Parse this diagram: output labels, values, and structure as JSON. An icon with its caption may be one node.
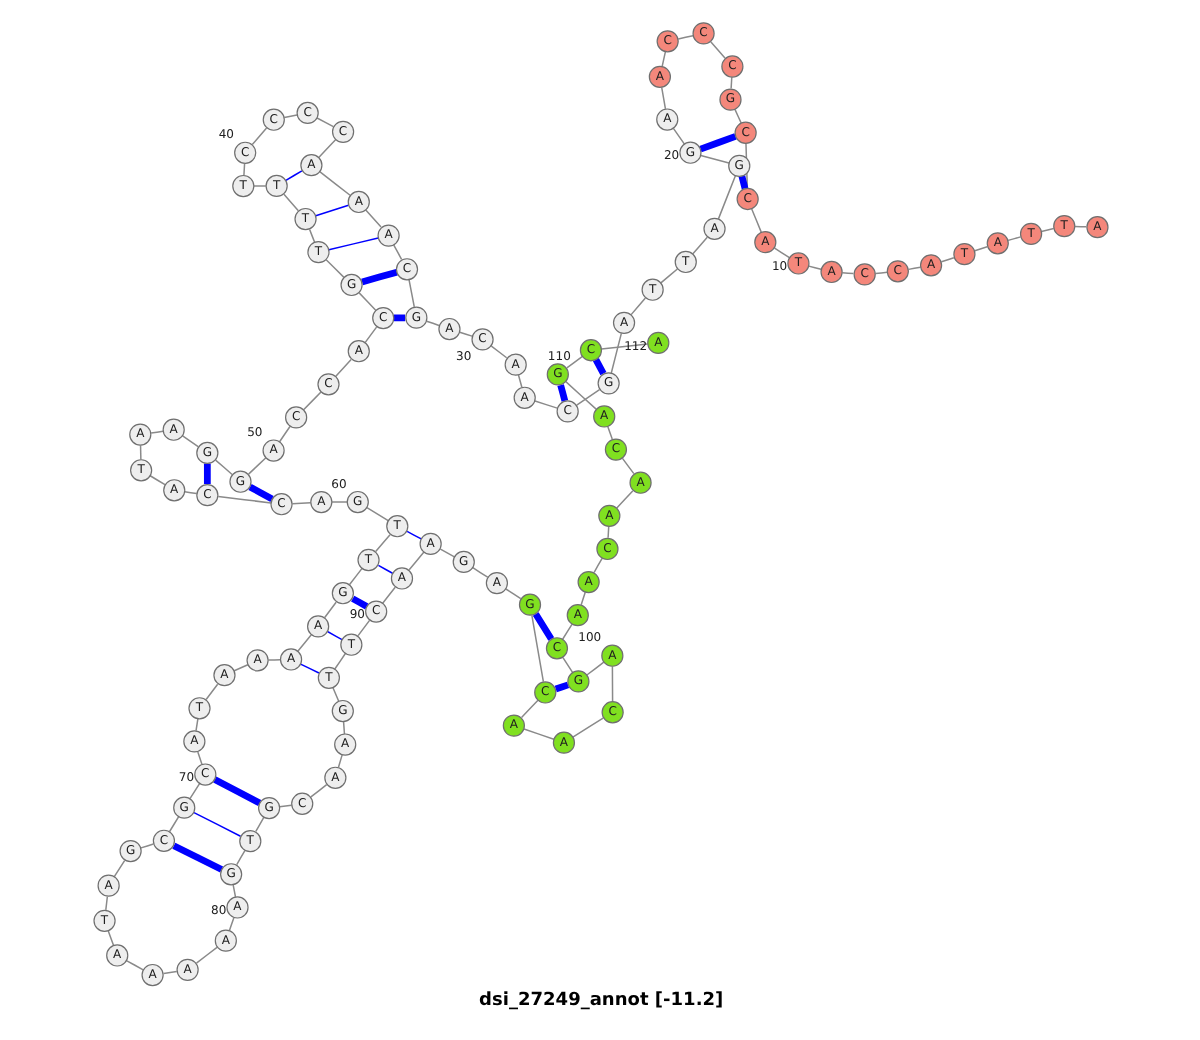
{
  "diagram": {
    "caption": "dsi_27249_annot [-11.2]",
    "nodes": [
      {
        "text": [
          "A"
        ]
      },
      {
        "text": [
          "T"
        ]
      },
      {
        "text": [
          "T"
        ]
      },
      {
        "text": [
          "A"
        ]
      },
      {
        "text": [
          "T"
        ]
      },
      {
        "text": [
          "A"
        ]
      },
      {
        "text": [
          "C"
        ]
      },
      {
        "text": [
          "C"
        ]
      },
      {
        "text": [
          "A"
        ]
      },
      {
        "text": [
          "T"
        ],
        "beside": [
          "10"
        ]
      },
      {
        "text": [
          "A"
        ]
      },
      {
        "text": [
          "C"
        ]
      },
      {
        "text": [
          "C"
        ]
      },
      {
        "text": [
          "G"
        ]
      },
      {
        "text": [
          "C"
        ]
      },
      {
        "text": [
          "C"
        ]
      },
      {
        "text": [
          "C"
        ]
      },
      {
        "text": [
          "A"
        ]
      },
      {
        "text": [
          "A"
        ]
      },
      {
        "text": [
          "G"
        ],
        "beside": [
          "20"
        ]
      },
      {
        "text": [
          "G"
        ]
      },
      {
        "text": [
          "A"
        ]
      },
      {
        "text": [
          "T"
        ]
      },
      {
        "text": [
          "T"
        ]
      },
      {
        "text": [
          "A"
        ]
      },
      {
        "text": [
          "G"
        ]
      },
      {
        "text": [
          "C"
        ]
      },
      {
        "text": [
          "A"
        ]
      },
      {
        "text": [
          "A"
        ]
      },
      {
        "text": [
          "C"
        ],
        "beside": [
          "30"
        ]
      },
      {
        "text": [
          "A"
        ]
      },
      {
        "text": [
          "G"
        ]
      },
      {
        "text": [
          "C"
        ]
      },
      {
        "text": [
          "A"
        ]
      },
      {
        "text": [
          "A"
        ]
      },
      {
        "text": [
          "A"
        ]
      },
      {
        "text": [
          "C"
        ]
      },
      {
        "text": [
          "C"
        ]
      },
      {
        "text": [
          "C"
        ]
      },
      {
        "text": [
          "C"
        ],
        "beside": [
          "40"
        ]
      },
      {
        "text": [
          "T"
        ]
      },
      {
        "text": [
          "T"
        ]
      },
      {
        "text": [
          "T"
        ]
      },
      {
        "text": [
          "T"
        ]
      },
      {
        "text": [
          "G"
        ]
      },
      {
        "text": [
          "C"
        ]
      },
      {
        "text": [
          "A"
        ]
      },
      {
        "text": [
          "C"
        ]
      },
      {
        "text": [
          "C"
        ]
      },
      {
        "text": [
          "A"
        ],
        "beside": [
          "50"
        ]
      },
      {
        "text": [
          "G"
        ]
      },
      {
        "text": [
          "G"
        ]
      },
      {
        "text": [
          "A"
        ]
      },
      {
        "text": [
          "A"
        ]
      },
      {
        "text": [
          "T"
        ]
      },
      {
        "text": [
          "A"
        ]
      },
      {
        "text": [
          "C"
        ]
      },
      {
        "text": [
          "C"
        ]
      },
      {
        "text": [
          "A"
        ]
      },
      {
        "text": [
          "G"
        ],
        "beside": [
          "60"
        ]
      },
      {
        "text": [
          "T"
        ]
      },
      {
        "text": [
          "T"
        ]
      },
      {
        "text": [
          "G"
        ]
      },
      {
        "text": [
          "A"
        ]
      },
      {
        "text": [
          "A"
        ]
      },
      {
        "text": [
          "A"
        ]
      },
      {
        "text": [
          "A"
        ]
      },
      {
        "text": [
          "T"
        ]
      },
      {
        "text": [
          "A"
        ]
      },
      {
        "text": [
          "C"
        ],
        "beside": [
          "70"
        ]
      },
      {
        "text": [
          "G"
        ]
      },
      {
        "text": [
          "C"
        ]
      },
      {
        "text": [
          "G"
        ]
      },
      {
        "text": [
          "A"
        ]
      },
      {
        "text": [
          "T"
        ]
      },
      {
        "text": [
          "A"
        ]
      },
      {
        "text": [
          "A"
        ]
      },
      {
        "text": [
          "A"
        ]
      },
      {
        "text": [
          "A"
        ]
      },
      {
        "text": [
          "A"
        ],
        "beside": [
          "80"
        ]
      },
      {
        "text": [
          "G"
        ]
      },
      {
        "text": [
          "T"
        ]
      },
      {
        "text": [
          "G"
        ]
      },
      {
        "text": [
          "C"
        ]
      },
      {
        "text": [
          "A"
        ]
      },
      {
        "text": [
          "A"
        ]
      },
      {
        "text": [
          "G"
        ]
      },
      {
        "text": [
          "T"
        ]
      },
      {
        "text": [
          "T"
        ]
      },
      {
        "text": [
          "C"
        ],
        "beside": [
          "90"
        ]
      },
      {
        "text": [
          "A"
        ]
      },
      {
        "text": [
          "A"
        ]
      },
      {
        "text": [
          "G"
        ]
      },
      {
        "text": [
          "A"
        ]
      },
      {
        "text": [
          "G"
        ]
      },
      {
        "text": [
          "C"
        ]
      },
      {
        "text": [
          "A"
        ]
      },
      {
        "text": [
          "A"
        ]
      },
      {
        "text": [
          "C"
        ]
      },
      {
        "text": [
          "A"
        ],
        "beside": [
          "100"
        ]
      },
      {
        "text": [
          "G"
        ]
      },
      {
        "text": [
          "C"
        ]
      },
      {
        "text": [
          "A"
        ]
      },
      {
        "text": [
          "A"
        ]
      },
      {
        "text": [
          "C"
        ]
      },
      {
        "text": [
          "A"
        ]
      },
      {
        "text": [
          "A"
        ]
      },
      {
        "text": [
          "C"
        ]
      },
      {
        "text": [
          "A"
        ]
      },
      {
        "text": [
          "G"
        ],
        "beside": [
          "110"
        ]
      },
      {
        "text": [
          "C"
        ]
      },
      {
        "text": [
          "A"
        ],
        "beside": [
          "112"
        ]
      }
    ],
    "edges": [
      {
        "from": 0,
        "to": 1,
        "arrow": "none"
      },
      {
        "from": 1,
        "to": 2,
        "arrow": "none"
      },
      {
        "from": 2,
        "to": 3,
        "arrow": "none"
      },
      {
        "from": 3,
        "to": 4,
        "arrow": "none"
      },
      {
        "from": 4,
        "to": 5,
        "arrow": "none"
      },
      {
        "from": 5,
        "to": 6,
        "arrow": "none"
      },
      {
        "from": 6,
        "to": 7,
        "arrow": "none"
      },
      {
        "from": 7,
        "to": 8,
        "arrow": "none"
      },
      {
        "from": 8,
        "to": 9,
        "arrow": "none"
      },
      {
        "from": 9,
        "to": 10,
        "arrow": "none"
      },
      {
        "from": 10,
        "to": 11,
        "arrow": "none"
      },
      {
        "from": 11,
        "to": 12,
        "arrow": "none"
      },
      {
        "from": 12,
        "to": 13,
        "arrow": "none"
      },
      {
        "from": 13,
        "to": 14,
        "arrow": "none"
      },
      {
        "from": 14,
        "to": 15,
        "arrow": "none"
      },
      {
        "from": 15,
        "to": 16,
        "arrow": "none"
      },
      {
        "from": 16,
        "to": 17,
        "arrow": "none"
      },
      {
        "from": 17,
        "to": 18,
        "arrow": "none"
      },
      {
        "from": 18,
        "to": 19,
        "arrow": "none"
      },
      {
        "from": 19,
        "to": 20,
        "arrow": "none"
      },
      {
        "from": 20,
        "to": 21,
        "arrow": "none"
      },
      {
        "from": 21,
        "to": 22,
        "arrow": "none"
      },
      {
        "from": 22,
        "to": 23,
        "arrow": "none"
      },
      {
        "from": 23,
        "to": 24,
        "arrow": "none"
      },
      {
        "from": 24,
        "to": 25,
        "arrow": "none"
      },
      {
        "from": 25,
        "to": 26,
        "arrow": "none"
      },
      {
        "from": 26,
        "to": 27,
        "arrow": "none"
      },
      {
        "from": 27,
        "to": 28,
        "arrow": "none"
      },
      {
        "from": 28,
        "to": 29,
        "arrow": "none"
      },
      {
        "from": 29,
        "to": 30,
        "arrow": "none"
      },
      {
        "from": 30,
        "to": 31,
        "arrow": "none"
      },
      {
        "from": 31,
        "to": 32,
        "arrow": "none"
      },
      {
        "from": 32,
        "to": 33,
        "arrow": "none"
      },
      {
        "from": 33,
        "to": 34,
        "arrow": "none"
      },
      {
        "from": 34,
        "to": 35,
        "arrow": "none"
      },
      {
        "from": 35,
        "to": 36,
        "arrow": "none"
      },
      {
        "from": 36,
        "to": 37,
        "arrow": "none"
      },
      {
        "from": 37,
        "to": 38,
        "arrow": "none"
      },
      {
        "from": 38,
        "to": 39,
        "arrow": "none"
      },
      {
        "from": 39,
        "to": 40,
        "arrow": "none"
      },
      {
        "from": 40,
        "to": 41,
        "arrow": "none"
      },
      {
        "from": 41,
        "to": 42,
        "arrow": "none"
      },
      {
        "from": 42,
        "to": 43,
        "arrow": "none"
      },
      {
        "from": 43,
        "to": 44,
        "arrow": "none"
      },
      {
        "from": 44,
        "to": 45,
        "arrow": "none"
      },
      {
        "from": 45,
        "to": 46,
        "arrow": "none"
      },
      {
        "from": 46,
        "to": 47,
        "arrow": "none"
      },
      {
        "from": 47,
        "to": 48,
        "arrow": "none"
      },
      {
        "from": 48,
        "to": 49,
        "arrow": "none"
      },
      {
        "from": 49,
        "to": 50,
        "arrow": "none"
      },
      {
        "from": 50,
        "to": 51,
        "arrow": "none"
      },
      {
        "from": 51,
        "to": 52,
        "arrow": "none"
      },
      {
        "from": 52,
        "to": 53,
        "arrow": "none"
      },
      {
        "from": 53,
        "to": 54,
        "arrow": "none"
      },
      {
        "from": 54,
        "to": 55,
        "arrow": "none"
      },
      {
        "from": 55,
        "to": 56,
        "arrow": "none"
      },
      {
        "from": 56,
        "to": 57,
        "arrow": "none"
      },
      {
        "from": 57,
        "to": 58,
        "arrow": "none"
      },
      {
        "from": 58,
        "to": 59,
        "arrow": "none"
      },
      {
        "from": 59,
        "to": 60,
        "arrow": "none"
      },
      {
        "from": 60,
        "to": 61,
        "arrow": "none"
      },
      {
        "from": 61,
        "to": 62,
        "arrow": "none"
      },
      {
        "from": 62,
        "to": 63,
        "arrow": "none"
      },
      {
        "from": 63,
        "to": 64,
        "arrow": "none"
      },
      {
        "from": 64,
        "to": 65,
        "arrow": "none"
      },
      {
        "from": 65,
        "to": 66,
        "arrow": "none"
      },
      {
        "from": 66,
        "to": 67,
        "arrow": "none"
      },
      {
        "from": 67,
        "to": 68,
        "arrow": "none"
      },
      {
        "from": 68,
        "to": 69,
        "arrow": "none"
      },
      {
        "from": 69,
        "to": 70,
        "arrow": "none"
      },
      {
        "from": 70,
        "to": 71,
        "arrow": "none"
      },
      {
        "from": 71,
        "to": 72,
        "arrow": "none"
      },
      {
        "from": 72,
        "to": 73,
        "arrow": "none"
      },
      {
        "from": 73,
        "to": 74,
        "arrow": "none"
      },
      {
        "from": 74,
        "to": 75,
        "arrow": "none"
      },
      {
        "from": 75,
        "to": 76,
        "arrow": "none"
      },
      {
        "from": 76,
        "to": 77,
        "arrow": "none"
      },
      {
        "from": 77,
        "to": 78,
        "arrow": "none"
      },
      {
        "from": 78,
        "to": 79,
        "arrow": "none"
      },
      {
        "from": 79,
        "to": 80,
        "arrow": "none"
      },
      {
        "from": 80,
        "to": 81,
        "arrow": "none"
      },
      {
        "from": 81,
        "to": 82,
        "arrow": "none"
      },
      {
        "from": 82,
        "to": 83,
        "arrow": "none"
      },
      {
        "from": 83,
        "to": 84,
        "arrow": "none"
      },
      {
        "from": 84,
        "to": 85,
        "arrow": "none"
      },
      {
        "from": 85,
        "to": 86,
        "arrow": "none"
      },
      {
        "from": 86,
        "to": 87,
        "arrow": "none"
      },
      {
        "from": 87,
        "to": 88,
        "arrow": "none"
      },
      {
        "from": 88,
        "to": 89,
        "arrow": "none"
      },
      {
        "from": 89,
        "to": 90,
        "arrow": "none"
      },
      {
        "from": 90,
        "to": 91,
        "arrow": "none"
      },
      {
        "from": 91,
        "to": 92,
        "arrow": "none"
      },
      {
        "from": 92,
        "to": 93,
        "arrow": "none"
      },
      {
        "from": 93,
        "to": 94,
        "arrow": "none"
      },
      {
        "from": 94,
        "to": 95,
        "arrow": "none"
      },
      {
        "from": 95,
        "to": 96,
        "arrow": "none"
      },
      {
        "from": 96,
        "to": 97,
        "arrow": "none"
      },
      {
        "from": 97,
        "to": 98,
        "arrow": "none"
      },
      {
        "from": 98,
        "to": 99,
        "arrow": "none"
      },
      {
        "from": 99,
        "to": 100,
        "arrow": "none"
      },
      {
        "from": 100,
        "to": 101,
        "arrow": "none"
      },
      {
        "from": 101,
        "to": 102,
        "arrow": "none"
      },
      {
        "from": 102,
        "to": 103,
        "arrow": "none"
      },
      {
        "from": 103,
        "to": 104,
        "arrow": "none"
      },
      {
        "from": 104,
        "to": 105,
        "arrow": "none"
      },
      {
        "from": 105,
        "to": 106,
        "arrow": "none"
      },
      {
        "from": 106,
        "to": 107,
        "arrow": "none"
      },
      {
        "from": 107,
        "to": 108,
        "arrow": "none"
      },
      {
        "from": 108,
        "to": 109,
        "arrow": "none"
      },
      {
        "from": 109,
        "to": 110,
        "arrow": "none"
      },
      {
        "from": 110,
        "to": 111,
        "arrow": "none"
      },
      {
        "from": 11,
        "to": 20,
        "arrow": "none",
        "style": "thick",
        "color": "#0000ff"
      },
      {
        "from": 12,
        "to": 19,
        "arrow": "none",
        "style": "thick",
        "color": "#0000ff"
      },
      {
        "from": 25,
        "to": 110,
        "arrow": "none",
        "style": "thick",
        "color": "#0000ff"
      },
      {
        "from": 26,
        "to": 109,
        "arrow": "none",
        "style": "thick",
        "color": "#0000ff"
      },
      {
        "from": 31,
        "to": 45,
        "arrow": "none",
        "style": "thick",
        "color": "#0000ff"
      },
      {
        "from": 32,
        "to": 44,
        "arrow": "none",
        "style": "thick",
        "color": "#0000ff"
      },
      {
        "from": 33,
        "to": 43,
        "arrow": "none",
        "color": "#0000ff"
      },
      {
        "from": 34,
        "to": 42,
        "arrow": "none",
        "color": "#0000ff"
      },
      {
        "from": 35,
        "to": 41,
        "arrow": "none",
        "color": "#0000ff"
      },
      {
        "from": 50,
        "to": 57,
        "arrow": "none",
        "style": "thick",
        "color": "#0000ff"
      },
      {
        "from": 51,
        "to": 56,
        "arrow": "none",
        "style": "thick",
        "color": "#0000ff"
      },
      {
        "from": 60,
        "to": 91,
        "arrow": "none",
        "color": "#0000ff"
      },
      {
        "from": 61,
        "to": 90,
        "arrow": "none",
        "color": "#0000ff"
      },
      {
        "from": 62,
        "to": 89,
        "arrow": "none",
        "style": "thick",
        "color": "#0000ff"
      },
      {
        "from": 63,
        "to": 88,
        "arrow": "none",
        "color": "#0000ff"
      },
      {
        "from": 64,
        "to": 87,
        "arrow": "none",
        "color": "#0000ff"
      },
      {
        "from": 69,
        "to": 82,
        "arrow": "none",
        "style": "thick",
        "color": "#0000ff"
      },
      {
        "from": 70,
        "to": 81,
        "arrow": "none",
        "color": "#0000ff"
      },
      {
        "from": 71,
        "to": 80,
        "arrow": "none",
        "style": "thick",
        "color": "#0000ff"
      },
      {
        "from": 94,
        "to": 101,
        "arrow": "none",
        "style": "thick",
        "color": "#0000ff"
      },
      {
        "from": 95,
        "to": 100,
        "arrow": "none",
        "style": "thick",
        "color": "#0000ff"
      }
    ]
  }
}
